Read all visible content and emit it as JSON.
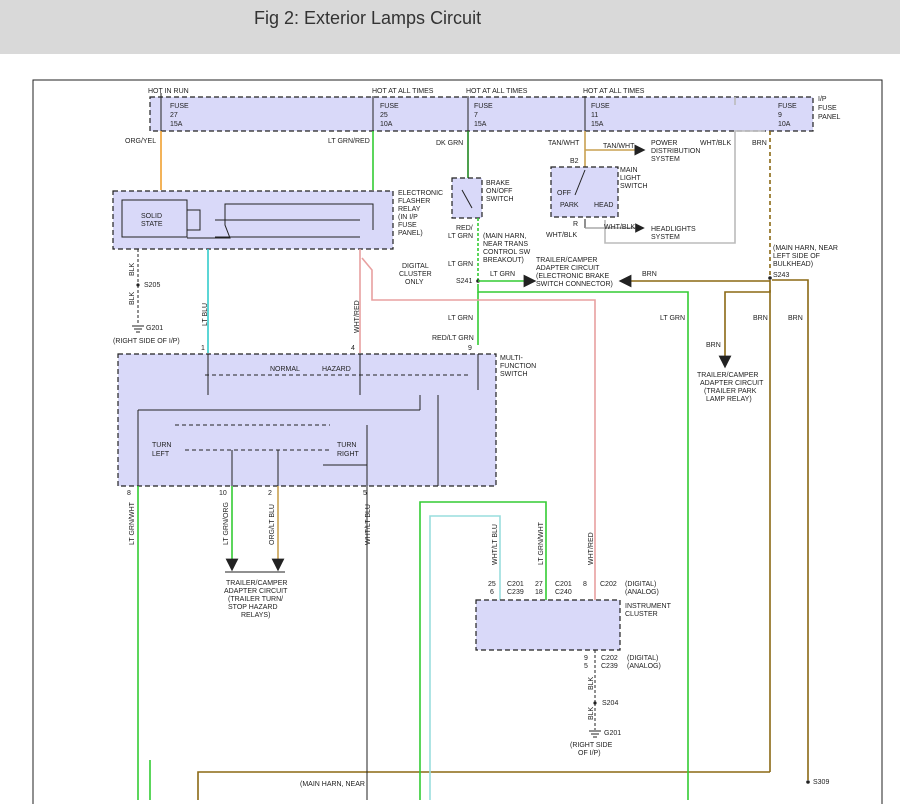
{
  "title": "Fig 2: Exterior Lamps Circuit",
  "colors": {
    "box_fill": "#d9d9f9",
    "org_yel": "#f0a030",
    "lt_grn": "#33cc33",
    "lt_blu": "#33cccc",
    "wht_red": "#e8a0a0",
    "brn": "#8b6914",
    "gray": "#bbbbbb",
    "tan": "#c8a050"
  },
  "fuse_panel": {
    "hot_in_run": "HOT IN RUN",
    "hot_all_1": "HOT AT ALL TIMES",
    "hot_all_2": "HOT AT ALL TIMES",
    "hot_all_3": "HOT AT ALL TIMES",
    "fuses": [
      {
        "l1": "FUSE",
        "l2": "27",
        "l3": "15A"
      },
      {
        "l1": "FUSE",
        "l2": "25",
        "l3": "10A"
      },
      {
        "l1": "FUSE",
        "l2": "7",
        "l3": "15A"
      },
      {
        "l1": "FUSE",
        "l2": "11",
        "l3": "15A"
      },
      {
        "l1": "FUSE",
        "l2": "9",
        "l3": "10A"
      }
    ],
    "label": [
      "I/P",
      "FUSE",
      "PANEL"
    ]
  },
  "wires": {
    "org_yel": "ORG/YEL",
    "lt_grn_red": "LT GRN/RED",
    "dk_grn": "DK GRN",
    "tan_wht_a": "TAN/WHT",
    "tan_wht_b": "TAN/WHT",
    "wht_blk_a": "WHT/BLK",
    "wht_blk_b": "WHT/BLK",
    "wht_blk_c": "WHT/BLK",
    "brn_a": "BRN",
    "brn_b": "BRN",
    "brn_c": "BRN",
    "brn_d": "BRN",
    "brn_e": "BRN",
    "blk_a": "BLK",
    "blk_b": "BLK",
    "blk_c": "BLK",
    "blk_d": "BLK",
    "lt_blu": "LT BLU",
    "wht_red_a": "WHT/RED",
    "wht_red_b": "WHT/RED",
    "red_lt_grn_a": [
      "RED/",
      "LT GRN"
    ],
    "red_lt_grn_b": "RED/LT GRN",
    "lt_grn_a": "LT GRN",
    "lt_grn_b": "LT GRN",
    "lt_grn_c": "LT GRN",
    "lt_grn_d": "LT GRN",
    "lt_grn_wht_a": "LT GRN/WHT",
    "lt_grn_wht_b": "LT GRN/WHT",
    "lt_grn_org": "LT GRN/ORG",
    "org_lt_blu": "ORG/LT BLU",
    "wht_lt_blu_a": "WHT/LT BLU",
    "wht_lt_blu_b": "WHT/LT BLU"
  },
  "components": {
    "solid_state": [
      "SOLID",
      "STATE"
    ],
    "flasher": [
      "ELECTRONIC",
      "FLASHER",
      "RELAY",
      "(IN I/P",
      "FUSE",
      "PANEL)"
    ],
    "brake_switch": [
      "BRAKE",
      "ON/OFF",
      "SWITCH"
    ],
    "main_light": [
      "MAIN",
      "LIGHT",
      "SWITCH"
    ],
    "off": "OFF",
    "park": "PARK",
    "head": "HEAD",
    "b2": "B2",
    "r": "R",
    "power_dist": [
      "POWER",
      "DISTRIBUTION",
      "SYSTEM"
    ],
    "headlights": [
      "HEADLIGHTS",
      "SYSTEM"
    ],
    "main_harn_trans": [
      "(MAIN HARN,",
      "NEAR TRANS",
      "CONTROL SW",
      "BREAKOUT)"
    ],
    "trailer_brake": [
      "TRAILER/CAMPER",
      "ADAPTER CIRCUIT",
      "(ELECTRONIC BRAKE",
      "SWITCH CONNECTOR)"
    ],
    "main_harn_bulkhead": [
      "(MAIN HARN, NEAR",
      "LEFT SIDE OF",
      "BULKHEAD)"
    ],
    "digital_cluster": [
      "DIGITAL",
      "CLUSTER",
      "ONLY"
    ],
    "trailer_park": [
      "TRAILER/CAMPER",
      "ADAPTER CIRCUIT",
      "(TRAILER PARK",
      "LAMP RELAY)"
    ],
    "multifunction": [
      "MULTI-",
      "FUNCTION",
      "SWITCH"
    ],
    "normal": "NORMAL",
    "hazard": "HAZARD",
    "turn_left": [
      "TURN",
      "LEFT"
    ],
    "turn_right": [
      "TURN",
      "RIGHT"
    ],
    "trailer_turn": [
      "TRAILER/CAMPER",
      "ADAPTER CIRCUIT",
      "(TRAILER TURN/",
      "STOP HAZARD",
      "RELAYS)"
    ],
    "instrument_cluster": [
      "INSTRUMENT",
      "CLUSTER"
    ],
    "right_side_ip_a": "(RIGHT SIDE OF I/P)",
    "right_side_ip_b": [
      "(RIGHT SIDE",
      "OF I/P)"
    ],
    "digital": "(DIGITAL)",
    "analog": "(ANALOG)",
    "main_harn_near": "(MAIN HARN, NEAR",
    "main_harn_bottom": "(MAIN HARN, NEAR"
  },
  "splices": {
    "s205": "S205",
    "s241": "S241",
    "s243": "S243",
    "s204": "S204",
    "s309": "S309",
    "g201_a": "G201",
    "g201_b": "G201"
  },
  "pins": {
    "p1": "1",
    "p4": "4",
    "p9": "9",
    "p8": "8",
    "p10": "10",
    "p2": "2",
    "p5": "5",
    "c25": "25",
    "c6": "6",
    "c27": "27",
    "c18": "18",
    "c8": "8",
    "c201a": "C201",
    "c239a": "C239",
    "c201b": "C201",
    "c240": "C240",
    "c202a": "C202",
    "c9": "9",
    "c5": "5",
    "c202b": "C202",
    "c239b": "C239"
  }
}
